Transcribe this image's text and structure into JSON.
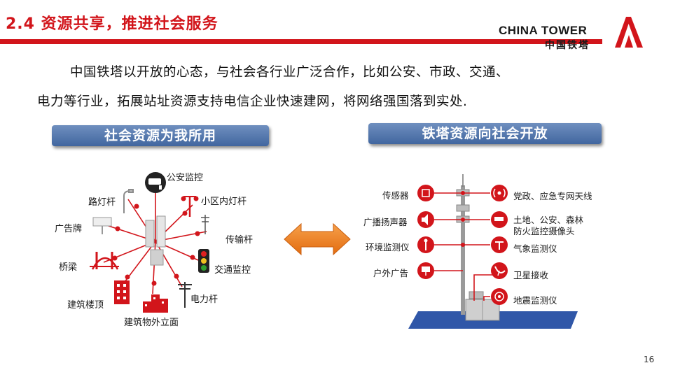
{
  "header": {
    "title": "2.4 资源共享，推进社会服务",
    "logo_en": "CHINA TOWER",
    "logo_cn": "中国铁塔"
  },
  "body": {
    "line1": "中国铁塔以开放的心态，与社会各行业广泛合作，比如公安、市政、交通、",
    "line2": "电力等行业，拓展站址资源支持电信企业快速建网，将网络强国落到实处."
  },
  "left_panel": {
    "title": "社会资源为我所用",
    "items": {
      "police": "公安监控",
      "streetlight": "路灯杆",
      "community_light": "小区内灯杆",
      "billboard": "广告牌",
      "transmission": "传输杆",
      "bridge": "桥梁",
      "traffic": "交通监控",
      "rooftop": "建筑楼顶",
      "power_pole": "电力杆",
      "facade": "建筑物外立面"
    }
  },
  "right_panel": {
    "title": "铁塔资源向社会开放",
    "left_items": [
      "传感器",
      "广播扬声器",
      "环境监测仪",
      "户外广告"
    ],
    "right_items": [
      "党政、应急专网天线",
      "土地、公安、森林",
      "防火监控摄像头",
      "气象监测仪",
      "卫星接收",
      "地震监测仪"
    ]
  },
  "colors": {
    "accent": "#d2151b",
    "pill": "#4a6fa5",
    "arrow": "#f07f22",
    "base": "#3057a8"
  },
  "footer": {
    "page": "16"
  }
}
